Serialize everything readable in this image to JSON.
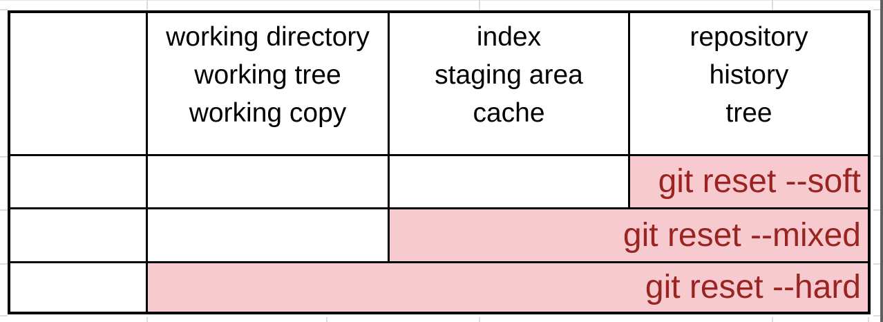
{
  "table": {
    "headers": [
      {
        "lines": [
          "working directory",
          "working tree",
          "working copy"
        ]
      },
      {
        "lines": [
          "index",
          "staging area",
          "cache"
        ]
      },
      {
        "lines": [
          "repository",
          "history",
          "tree"
        ]
      }
    ],
    "commands": [
      {
        "label": "git reset --soft",
        "affects": [
          "repository / history / tree"
        ]
      },
      {
        "label": "git reset --mixed",
        "affects": [
          "index / staging area / cache",
          "repository / history / tree"
        ]
      },
      {
        "label": "git reset --hard",
        "affects": [
          "working directory / working tree / working copy",
          "index / staging area / cache",
          "repository / history / tree"
        ]
      }
    ]
  },
  "colors": {
    "highlight_background": "#f6cacf",
    "command_text": "#992422",
    "table_border": "#000000",
    "header_text": "#000000",
    "spreadsheet_gridline": "#dcdcdc",
    "right_edge_strip": "#606060"
  }
}
